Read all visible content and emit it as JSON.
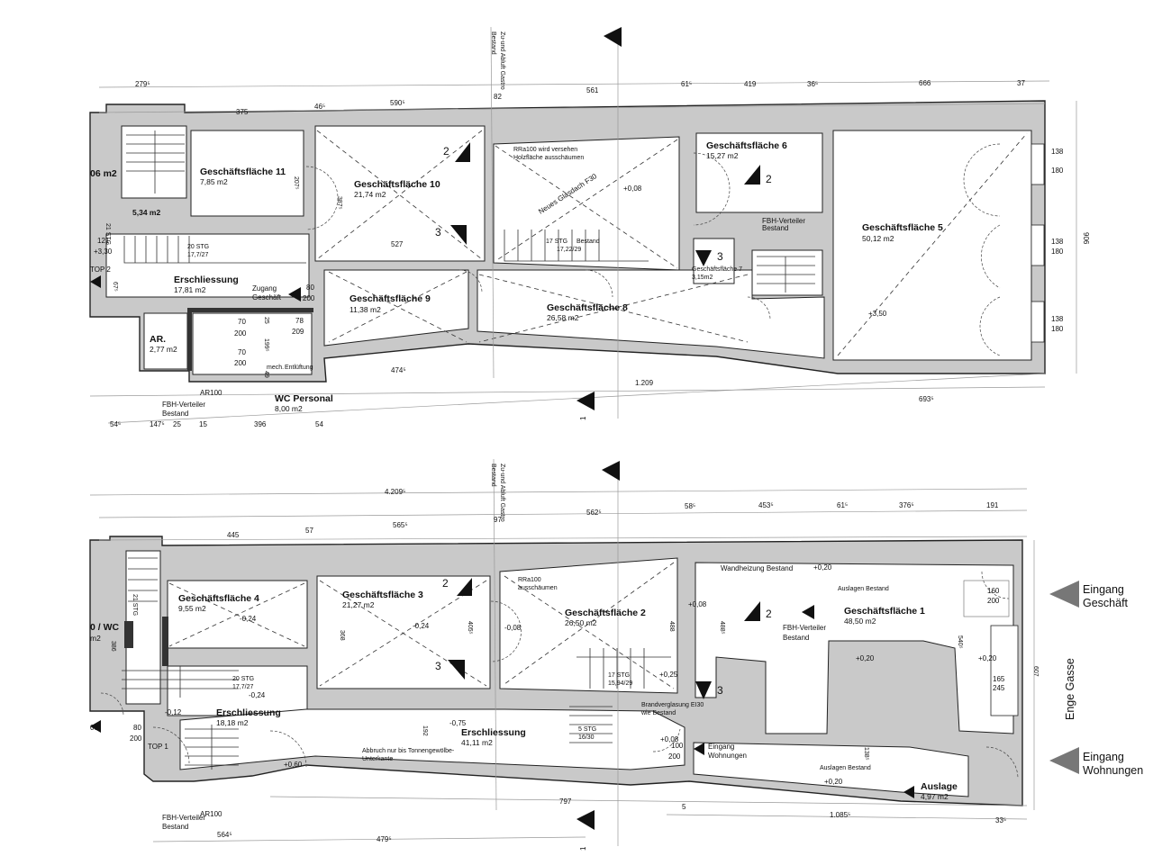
{
  "upper_floor": {
    "rooms": [
      {
        "name": "Geschäftsfläche 11",
        "area": "7,85 m2"
      },
      {
        "name": "Geschäftsfläche 10",
        "area": "21,74 m2"
      },
      {
        "name": "Geschäftsfläche 6",
        "area": "15,27 m2"
      },
      {
        "name": "Geschäftsfläche 5",
        "area": "50,12 m2"
      },
      {
        "name": "Erschliessung",
        "area": "17,81 m2"
      },
      {
        "name": "Geschäftsfläche 9",
        "area": "11,38 m2"
      },
      {
        "name": "Geschäftsfläche 8",
        "area": "26,58 m2"
      },
      {
        "name": "AR.",
        "area": "2,77 m2"
      },
      {
        "name": "WC Personal",
        "area": "8,00 m2"
      }
    ],
    "misc": {
      "left_area": "06 m2",
      "small_area": "5,34 m2",
      "stg_left": "21 STG",
      "stg_mid": "20 STG",
      "stg_mid_ratio": "17,7/27",
      "stg_right": "17 STG",
      "bestand": "Bestand",
      "stg_right_ratio": "17,22/29",
      "top2": "TOP 2",
      "zugang": "Zugang",
      "geschaeft": "Geschäft",
      "fbh1": "FBH-Verteiler",
      "fbh2": "Bestand",
      "ar100": "AR100",
      "gf7": "Geschäftsfläche 7",
      "gf7_area": "3,15m2",
      "glasdach": "Neues Glasdach F30",
      "lev_008": "+0,08",
      "lev_350": "+3,50",
      "rra": "RRa100 wird versehen",
      "holz": "Holzfläche ausschäumen",
      "zuluft": "Zu-und Abluft Gastro",
      "zuluft2": "Bestand",
      "entlueft": "Entlüftung",
      "mech": "mech."
    },
    "dims_top": [
      "279⁵",
      "375",
      "46⁵",
      "590⁵",
      "82",
      "561",
      "61⁵",
      "419",
      "36⁵",
      "666",
      "37"
    ],
    "dims_bottom": [
      "54⁵",
      "147⁵",
      "25",
      "15",
      "396",
      "54",
      "474⁵",
      "1.209",
      "693⁵"
    ],
    "dims_right": [
      "138",
      "180",
      "138",
      "180",
      "138",
      "180",
      "906"
    ],
    "dims_inner": [
      "207⁵",
      "387⁵",
      "527",
      "121",
      "67⁵",
      "70",
      "200",
      "70",
      "200",
      "78",
      "209",
      "80",
      "200",
      "199⁵",
      "25",
      "49",
      "+3,30"
    ],
    "marks": [
      "2",
      "3",
      "2",
      "3",
      "1"
    ]
  },
  "ground_floor": {
    "rooms": [
      {
        "name": "Geschäftsfläche 4",
        "area": "9,55 m2"
      },
      {
        "name": "Geschäftsfläche 3",
        "area": "21,27 m2"
      },
      {
        "name": "Geschäftsfläche 2",
        "area": "26,50 m2"
      },
      {
        "name": "Geschäftsfläche 1",
        "area": "48,50 m2"
      },
      {
        "name": "Erschliessung",
        "area": "18,18 m2"
      },
      {
        "name": "Erschliessung",
        "area": "41,11 m2"
      },
      {
        "name": "Auslage",
        "area": "4,97 m2"
      }
    ],
    "misc": {
      "wc_partial": "0 / WC",
      "m2_partial": "m2",
      "top1": "TOP 1",
      "stg20": "20 STG",
      "stg20_ratio": "17,7/27",
      "stg5": "5 STG",
      "stg5_ratio": "16/30",
      "stg17": "17 STG",
      "stg17_ratio": "15,94/29",
      "stg_left": "21 STG",
      "wandheizung": "Wandheizung Bestand",
      "auslagen": "Auslagen Bestand",
      "abbruch1": "Abbruch nur bis Tonnengewölbe-",
      "abbruch2": "Unterkante",
      "eingang_w1": "Eingang",
      "eingang_w2": "Wohnungen",
      "fbh1": "FBH-Verteiler",
      "fbh2": "Bestand",
      "ar100": "AR100",
      "rra": "RRa100",
      "aussch": "ausschäumen",
      "zuluft": "Zu-und Abluft Gastro",
      "zuluft2": "Bestand",
      "brand": "Brandverglasung EI30",
      "bestand": "wie Bestand"
    },
    "levels": [
      "-0,24",
      "-0,24",
      "-0,08",
      "+0,08",
      "+0,25",
      "+0,20",
      "+0,20",
      "+0,20",
      "+0,20",
      "-0,12",
      "-0,24",
      "-0,75",
      "+0,60",
      "+0,08"
    ],
    "dims_top": [
      "4.209⁵",
      "445",
      "57",
      "565⁵",
      "97",
      "562⁵",
      "58⁵",
      "453⁵",
      "61⁵",
      "376⁵",
      "191"
    ],
    "dims_bottom": [
      "564⁵",
      "479⁵",
      "797",
      "5",
      "1.085⁵",
      "33⁵"
    ],
    "dims_inner": [
      "368",
      "405⁵",
      "488",
      "488⁵",
      "540⁵",
      "607",
      "160",
      "200",
      "165",
      "245",
      "192",
      "100",
      "200",
      "138⁵",
      "80",
      "200",
      "00",
      "386"
    ],
    "marks": [
      "2",
      "3",
      "2",
      "3",
      "1"
    ]
  },
  "street": "Enge Gasse",
  "entrances": [
    {
      "line1": "Eingang",
      "line2": "Geschäft"
    },
    {
      "line1": "Eingang",
      "line2": "Wohnungen"
    }
  ],
  "colors": {
    "wall": "#c9c9c9",
    "line": "#222222",
    "arrow": "#777777"
  }
}
